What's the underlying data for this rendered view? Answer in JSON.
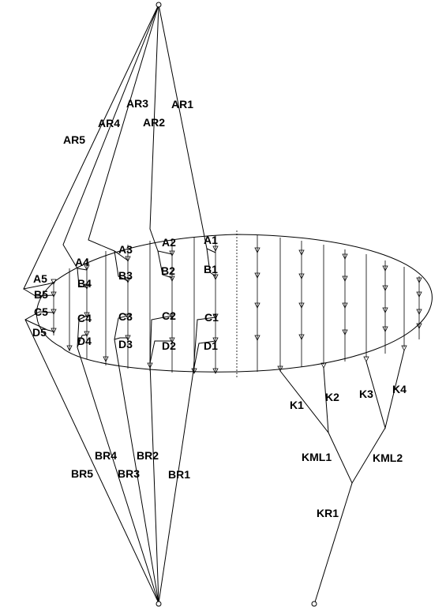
{
  "riser_labels": {
    "AR1": "AR1",
    "AR2": "AR2",
    "AR3": "AR3",
    "AR4": "AR4",
    "AR5": "AR5",
    "BR1": "BR1",
    "BR2": "BR2",
    "BR3": "BR3",
    "BR4": "BR4",
    "BR5": "BR5"
  },
  "line_labels": {
    "A1": "A1",
    "A2": "A2",
    "A3": "A3",
    "A4": "A4",
    "A5": "A5",
    "B1": "B1",
    "B2": "B2",
    "B3": "B3",
    "B4": "B4",
    "B5": "B5",
    "C1": "C1",
    "C2": "C2",
    "C3": "C3",
    "C4": "C4",
    "C5": "C5",
    "D1": "D1",
    "D2": "D2",
    "D3": "D3",
    "D4": "D4",
    "D5": "D5"
  },
  "brake_labels": {
    "K1": "K1",
    "K2": "K2",
    "K3": "K3",
    "K4": "K4",
    "KML1": "KML1",
    "KML2": "KML2",
    "KR1": "KR1"
  }
}
